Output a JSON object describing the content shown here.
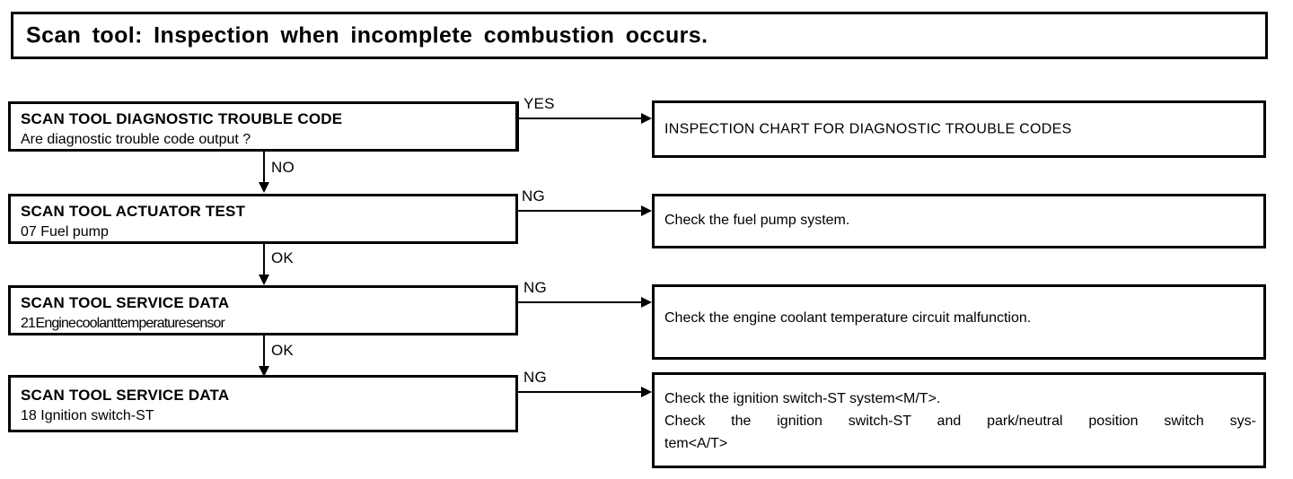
{
  "title": {
    "text": "Scan tool: Inspection when incomplete combustion occurs."
  },
  "flow": {
    "steps": [
      {
        "id": "diagnostic-trouble-code",
        "title": "SCAN TOOL DIAGNOSTIC TROUBLE CODE",
        "subtitle": "Are diagnostic trouble code output ?",
        "branch_label": "YES",
        "next_label": "NO"
      },
      {
        "id": "actuator-test",
        "title": "SCAN TOOL ACTUATOR TEST",
        "subtitle": "07 Fuel pump",
        "branch_label": "NG",
        "next_label": "OK"
      },
      {
        "id": "service-data-coolant",
        "title": "SCAN TOOL SERVICE DATA",
        "subtitle": "21 Engine coolant temperature sensor",
        "branch_label": "NG",
        "next_label": "OK"
      },
      {
        "id": "service-data-ignition",
        "title": "SCAN TOOL SERVICE DATA",
        "subtitle": "18 Ignition switch-ST",
        "branch_label": "NG",
        "next_label": ""
      }
    ],
    "actions": [
      {
        "id": "inspection-chart",
        "lines": [
          "INSPECTION CHART FOR DIAGNOSTIC TROUBLE CODES"
        ]
      },
      {
        "id": "check-fuel-pump",
        "lines": [
          "Check the fuel pump system."
        ]
      },
      {
        "id": "check-coolant-circuit",
        "lines": [
          "Check the engine coolant temperature circuit malfunction."
        ]
      },
      {
        "id": "check-ignition-switch",
        "lines": [
          "Check the ignition switch-ST system<M/T>.",
          "Check the ignition switch-ST and park/neutral position switch sys-",
          "tem<A/T>"
        ]
      }
    ]
  },
  "colors": {
    "ink": "#000000",
    "paper": "#ffffff"
  }
}
